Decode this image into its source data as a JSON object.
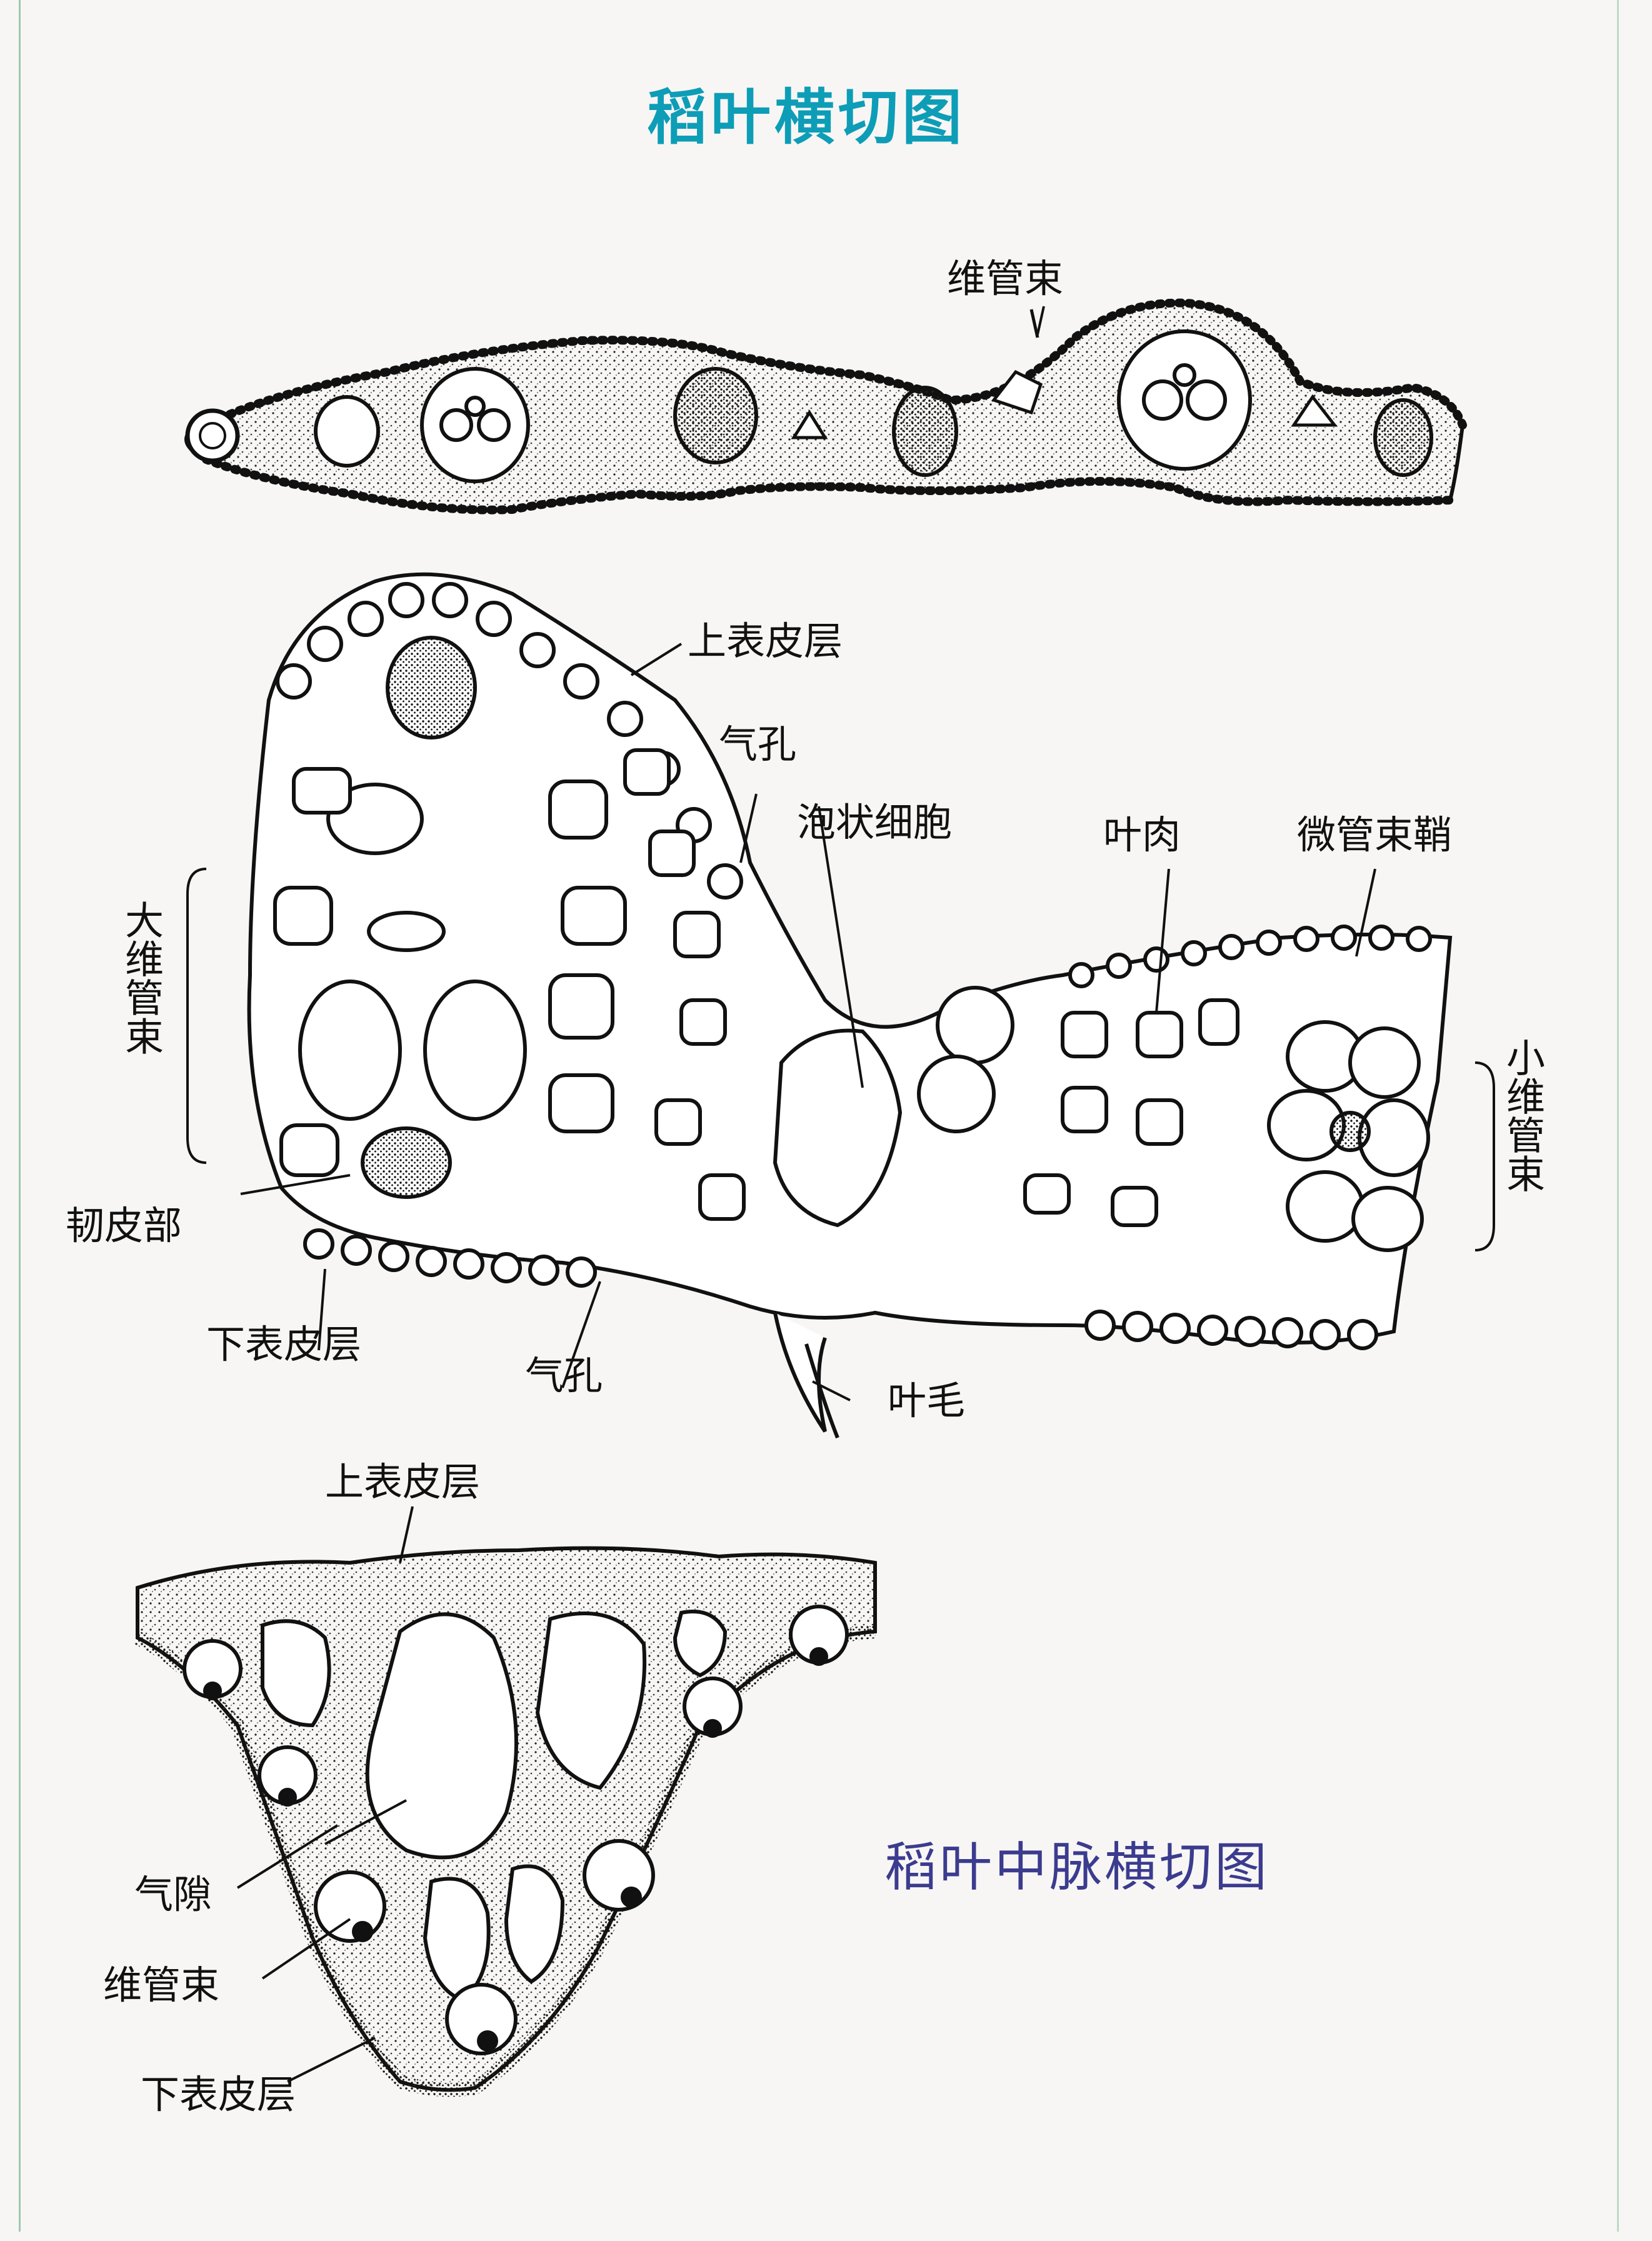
{
  "diagram": {
    "title": "稻叶横切图",
    "subtitle": "稻叶中脉横切图",
    "colors": {
      "title": "#0d9db7",
      "subtitle": "#3b3b8f",
      "ink": "#111111",
      "paper": "#f7f6f4"
    },
    "panel1": {
      "labels": {
        "vascular_bundle": "维管束"
      }
    },
    "panel2": {
      "labels": {
        "upper_epidermis": "上表皮层",
        "stoma_upper": "气孔",
        "bulliform_cells": "泡状细胞",
        "mesophyll": "叶肉",
        "bundle_sheath": "微管束鞘",
        "large_vascular_bundle": "大维管束",
        "small_vascular_bundle": "小维管束",
        "phloem": "韧皮部",
        "lower_epidermis": "下表皮层",
        "stoma_lower": "气孔",
        "leaf_hair": "叶毛"
      }
    },
    "panel3": {
      "labels": {
        "upper_epidermis": "上表皮层",
        "air_space": "气隙",
        "vascular_bundle": "维管束",
        "lower_epidermis": "下表皮层"
      }
    }
  }
}
